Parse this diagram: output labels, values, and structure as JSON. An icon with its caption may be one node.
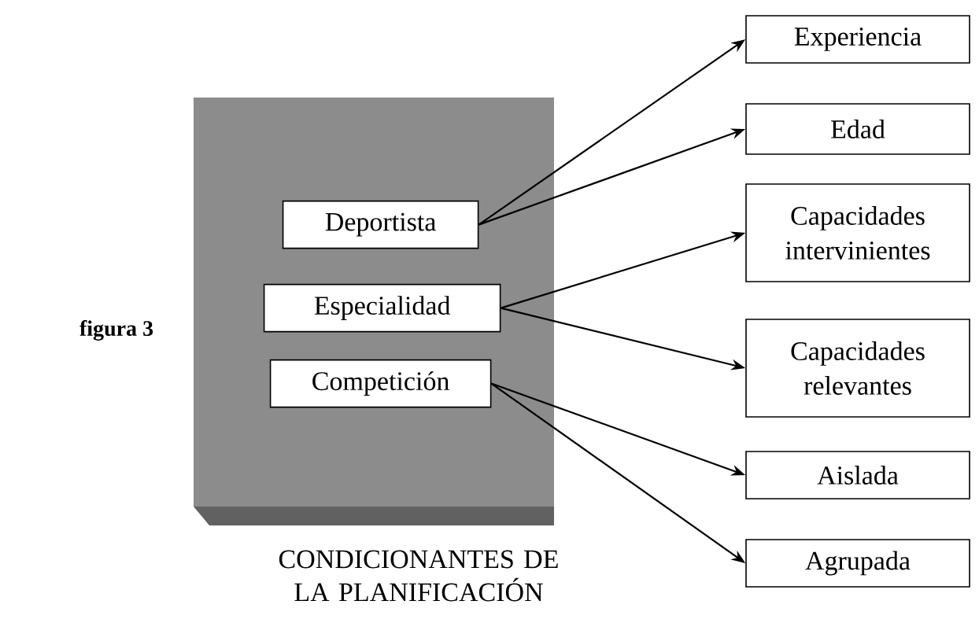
{
  "diagram": {
    "nodes": [
      {
        "text": [
          "CONDICIONANTES DE LA PLANIFICACIÓN"
        ]
      },
      {
        "text": [
          "Deportista"
        ],
        "in": 0
      },
      {
        "text": [
          "Especialidad"
        ],
        "in": 0
      },
      {
        "text": [
          "Competición"
        ],
        "in": 0
      },
      {
        "text": [
          "Experiencia"
        ]
      },
      {
        "text": [
          "Edad"
        ]
      },
      {
        "text": [
          "Capacidades intervinientes"
        ]
      },
      {
        "text": [
          "Capacidades relevantes"
        ]
      },
      {
        "text": [
          "Aislada"
        ]
      },
      {
        "text": [
          "Agrupada"
        ]
      }
    ],
    "edges": [
      {
        "from": 1,
        "to": 4,
        "arrow": "to"
      },
      {
        "from": 1,
        "to": 5,
        "arrow": "to"
      },
      {
        "from": 2,
        "to": 6,
        "arrow": "to"
      },
      {
        "from": 2,
        "to": 7,
        "arrow": "to"
      },
      {
        "from": 3,
        "to": 8,
        "arrow": "to"
      },
      {
        "from": 3,
        "to": 9,
        "arrow": "to"
      }
    ],
    "labels": [
      "figura 3"
    ]
  }
}
